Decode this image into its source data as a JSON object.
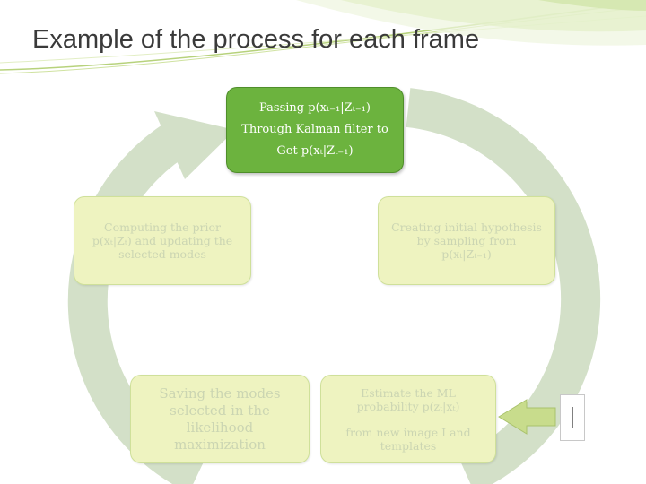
{
  "slide": {
    "title": "Example of the process for each frame"
  },
  "diagram": {
    "main_box": {
      "lines": [
        "Passing p(xₜ₋₁|Zₜ₋₁)",
        "Through Kalman filter to",
        "Get p(xₜ|Zₜ₋₁)"
      ]
    },
    "left_box": {
      "lines": [
        "Computing the prior",
        "p(xₜ|Zₜ) and updating the",
        "selected modes"
      ]
    },
    "right_box": {
      "lines": [
        "Creating initial hypothesis",
        "by sampling from",
        "p(xₜ|Zₜ₋₁)"
      ]
    },
    "bottom_left_box": {
      "lines": [
        "Saving the modes",
        "selected in the",
        "likelihood",
        "maximization"
      ]
    },
    "bottom_right_box": {
      "lines": [
        "Estimate the ML",
        "probability p(zₜ|xₜ)",
        "from new image I and",
        "templates"
      ]
    },
    "input_marker": {
      "text": "I"
    }
  },
  "colors": {
    "active_box": "#6cb33e",
    "faded_box": "#eef3c0",
    "cycle_arrow": "#d3e0c8",
    "input_arrow": "#c8dc8c"
  }
}
